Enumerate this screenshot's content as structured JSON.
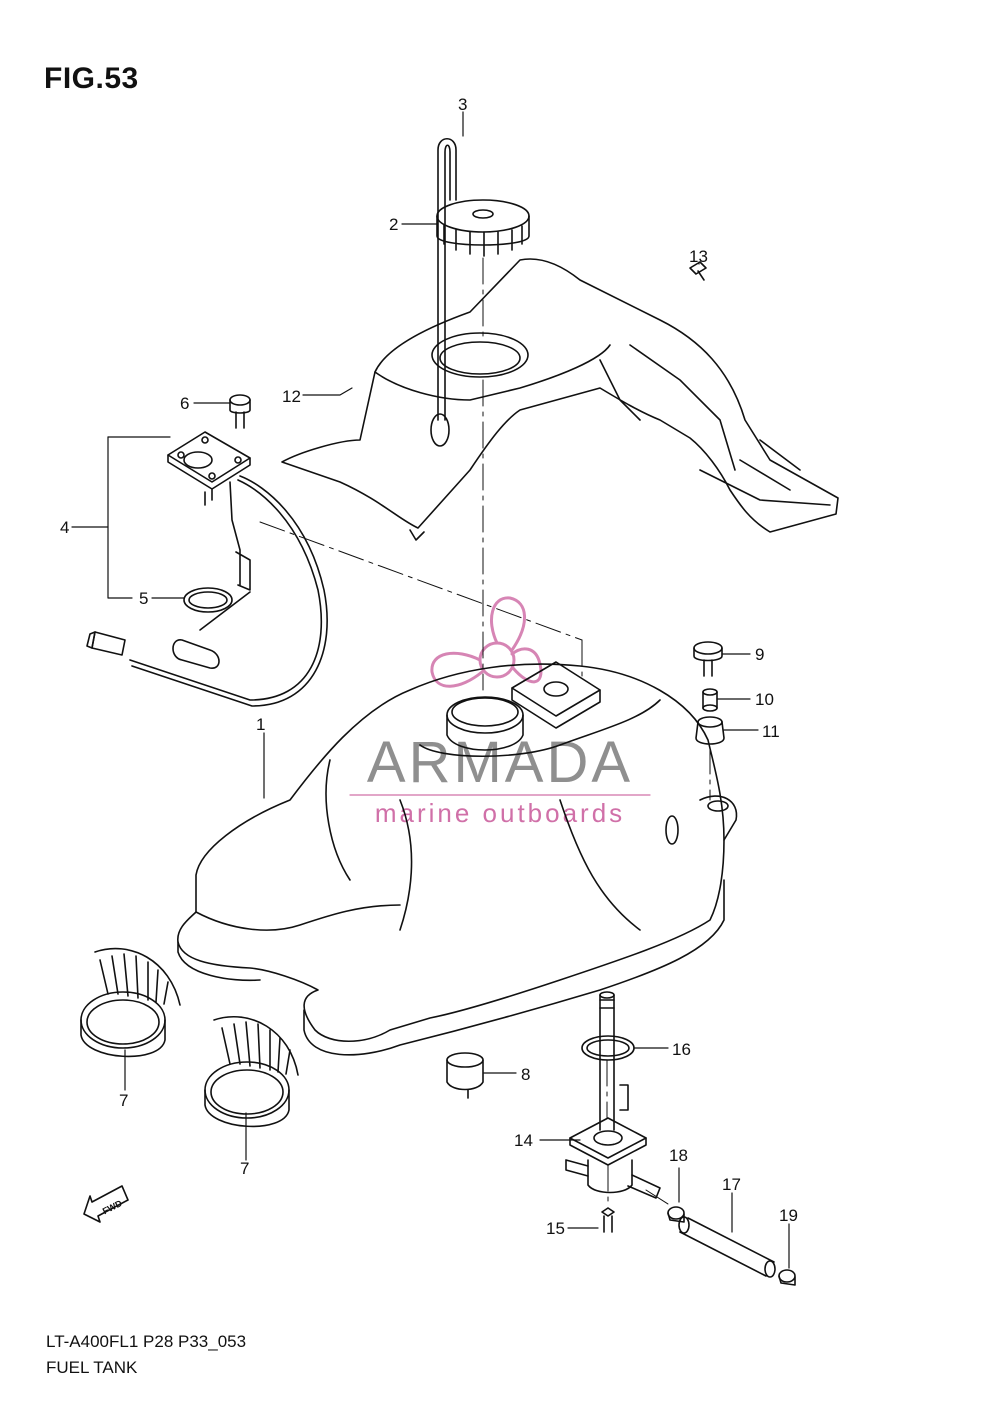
{
  "figure": {
    "title": "FIG.53"
  },
  "footer": {
    "model_code": "LT-A400FL1 P28 P33_053",
    "section_name": "FUEL TANK"
  },
  "watermark": {
    "brand": "ARMADA",
    "tagline": "marine outboards",
    "brand_color": "#8f8f8f",
    "accent_color": "#d070a8"
  },
  "direction_indicator": {
    "label": "FWD"
  },
  "callouts": {
    "c1": "1",
    "c2": "2",
    "c3": "3",
    "c4": "4",
    "c5": "5",
    "c6": "6",
    "c7a": "7",
    "c7b": "7",
    "c8": "8",
    "c9": "9",
    "c10": "10",
    "c11": "11",
    "c12": "12",
    "c13": "13",
    "c14": "14",
    "c15": "15",
    "c16": "16",
    "c17": "17",
    "c18": "18",
    "c19": "19"
  },
  "colors": {
    "line": "#111111",
    "background": "#ffffff"
  }
}
